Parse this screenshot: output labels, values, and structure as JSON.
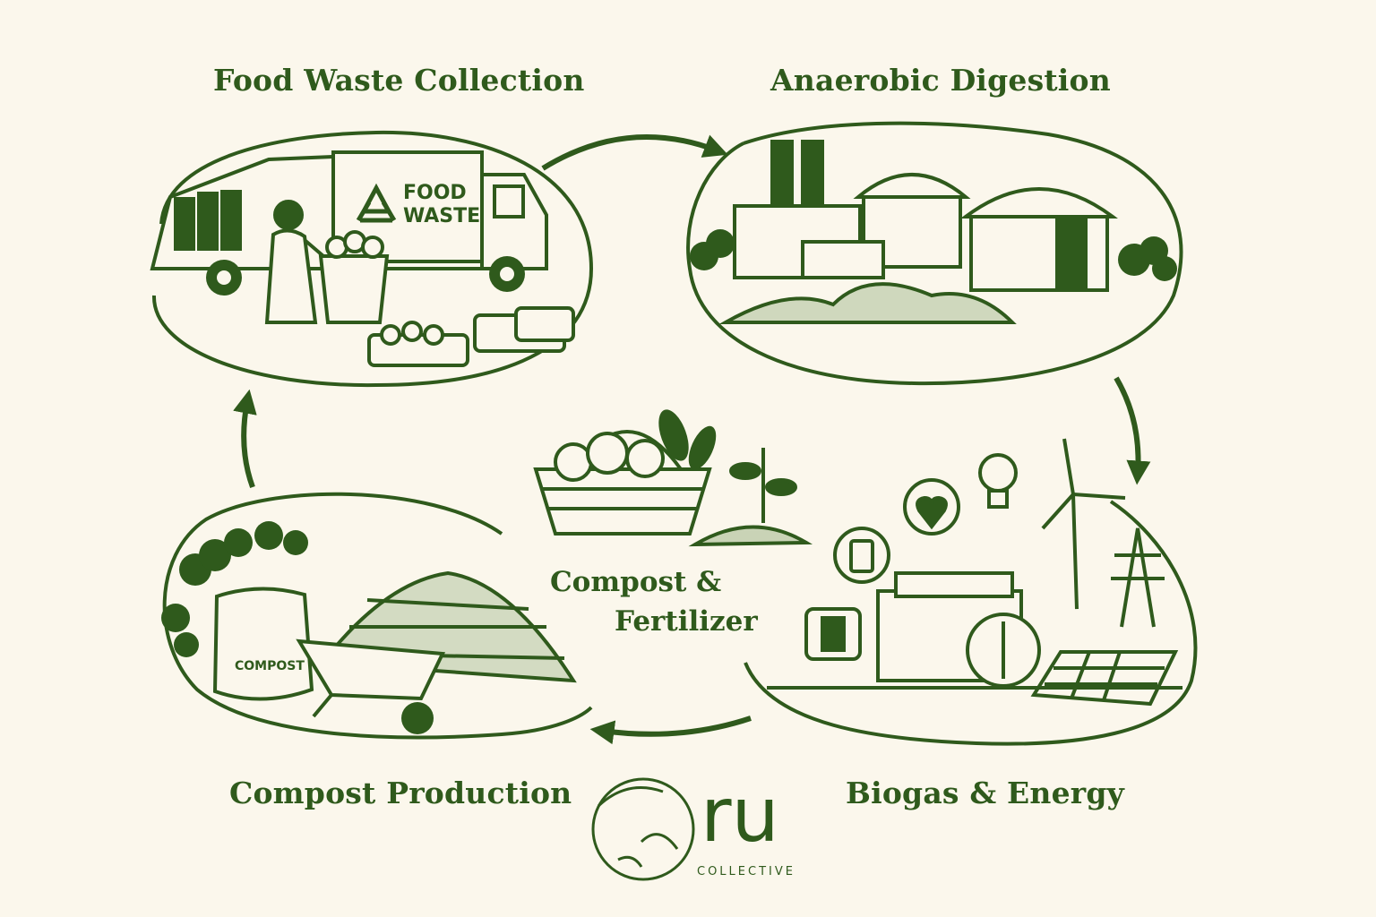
{
  "stages": {
    "collection": {
      "title": "Food Waste Collection",
      "truck_text_1": "FOOD",
      "truck_text_2": "WASTE"
    },
    "digestion": {
      "title": "Anaerobic Digestion"
    },
    "energy": {
      "title": "Biogas & Energy"
    },
    "compost": {
      "title": "Compost Production",
      "bag_text": "COMPOST"
    }
  },
  "center": {
    "line1": "Compost &",
    "line2": "Fertilizer"
  },
  "logo": {
    "mark": "ru",
    "subtitle": "COLLECTIVE"
  },
  "colors": {
    "ink": "#2f5a1c",
    "background": "#fbf7ec"
  },
  "icons": [
    "recycle-icon",
    "heart-icon",
    "lightbulb-icon",
    "battery-icon",
    "wind-turbine-icon",
    "power-pylon-icon",
    "solar-panel-icon",
    "globe-icon"
  ]
}
